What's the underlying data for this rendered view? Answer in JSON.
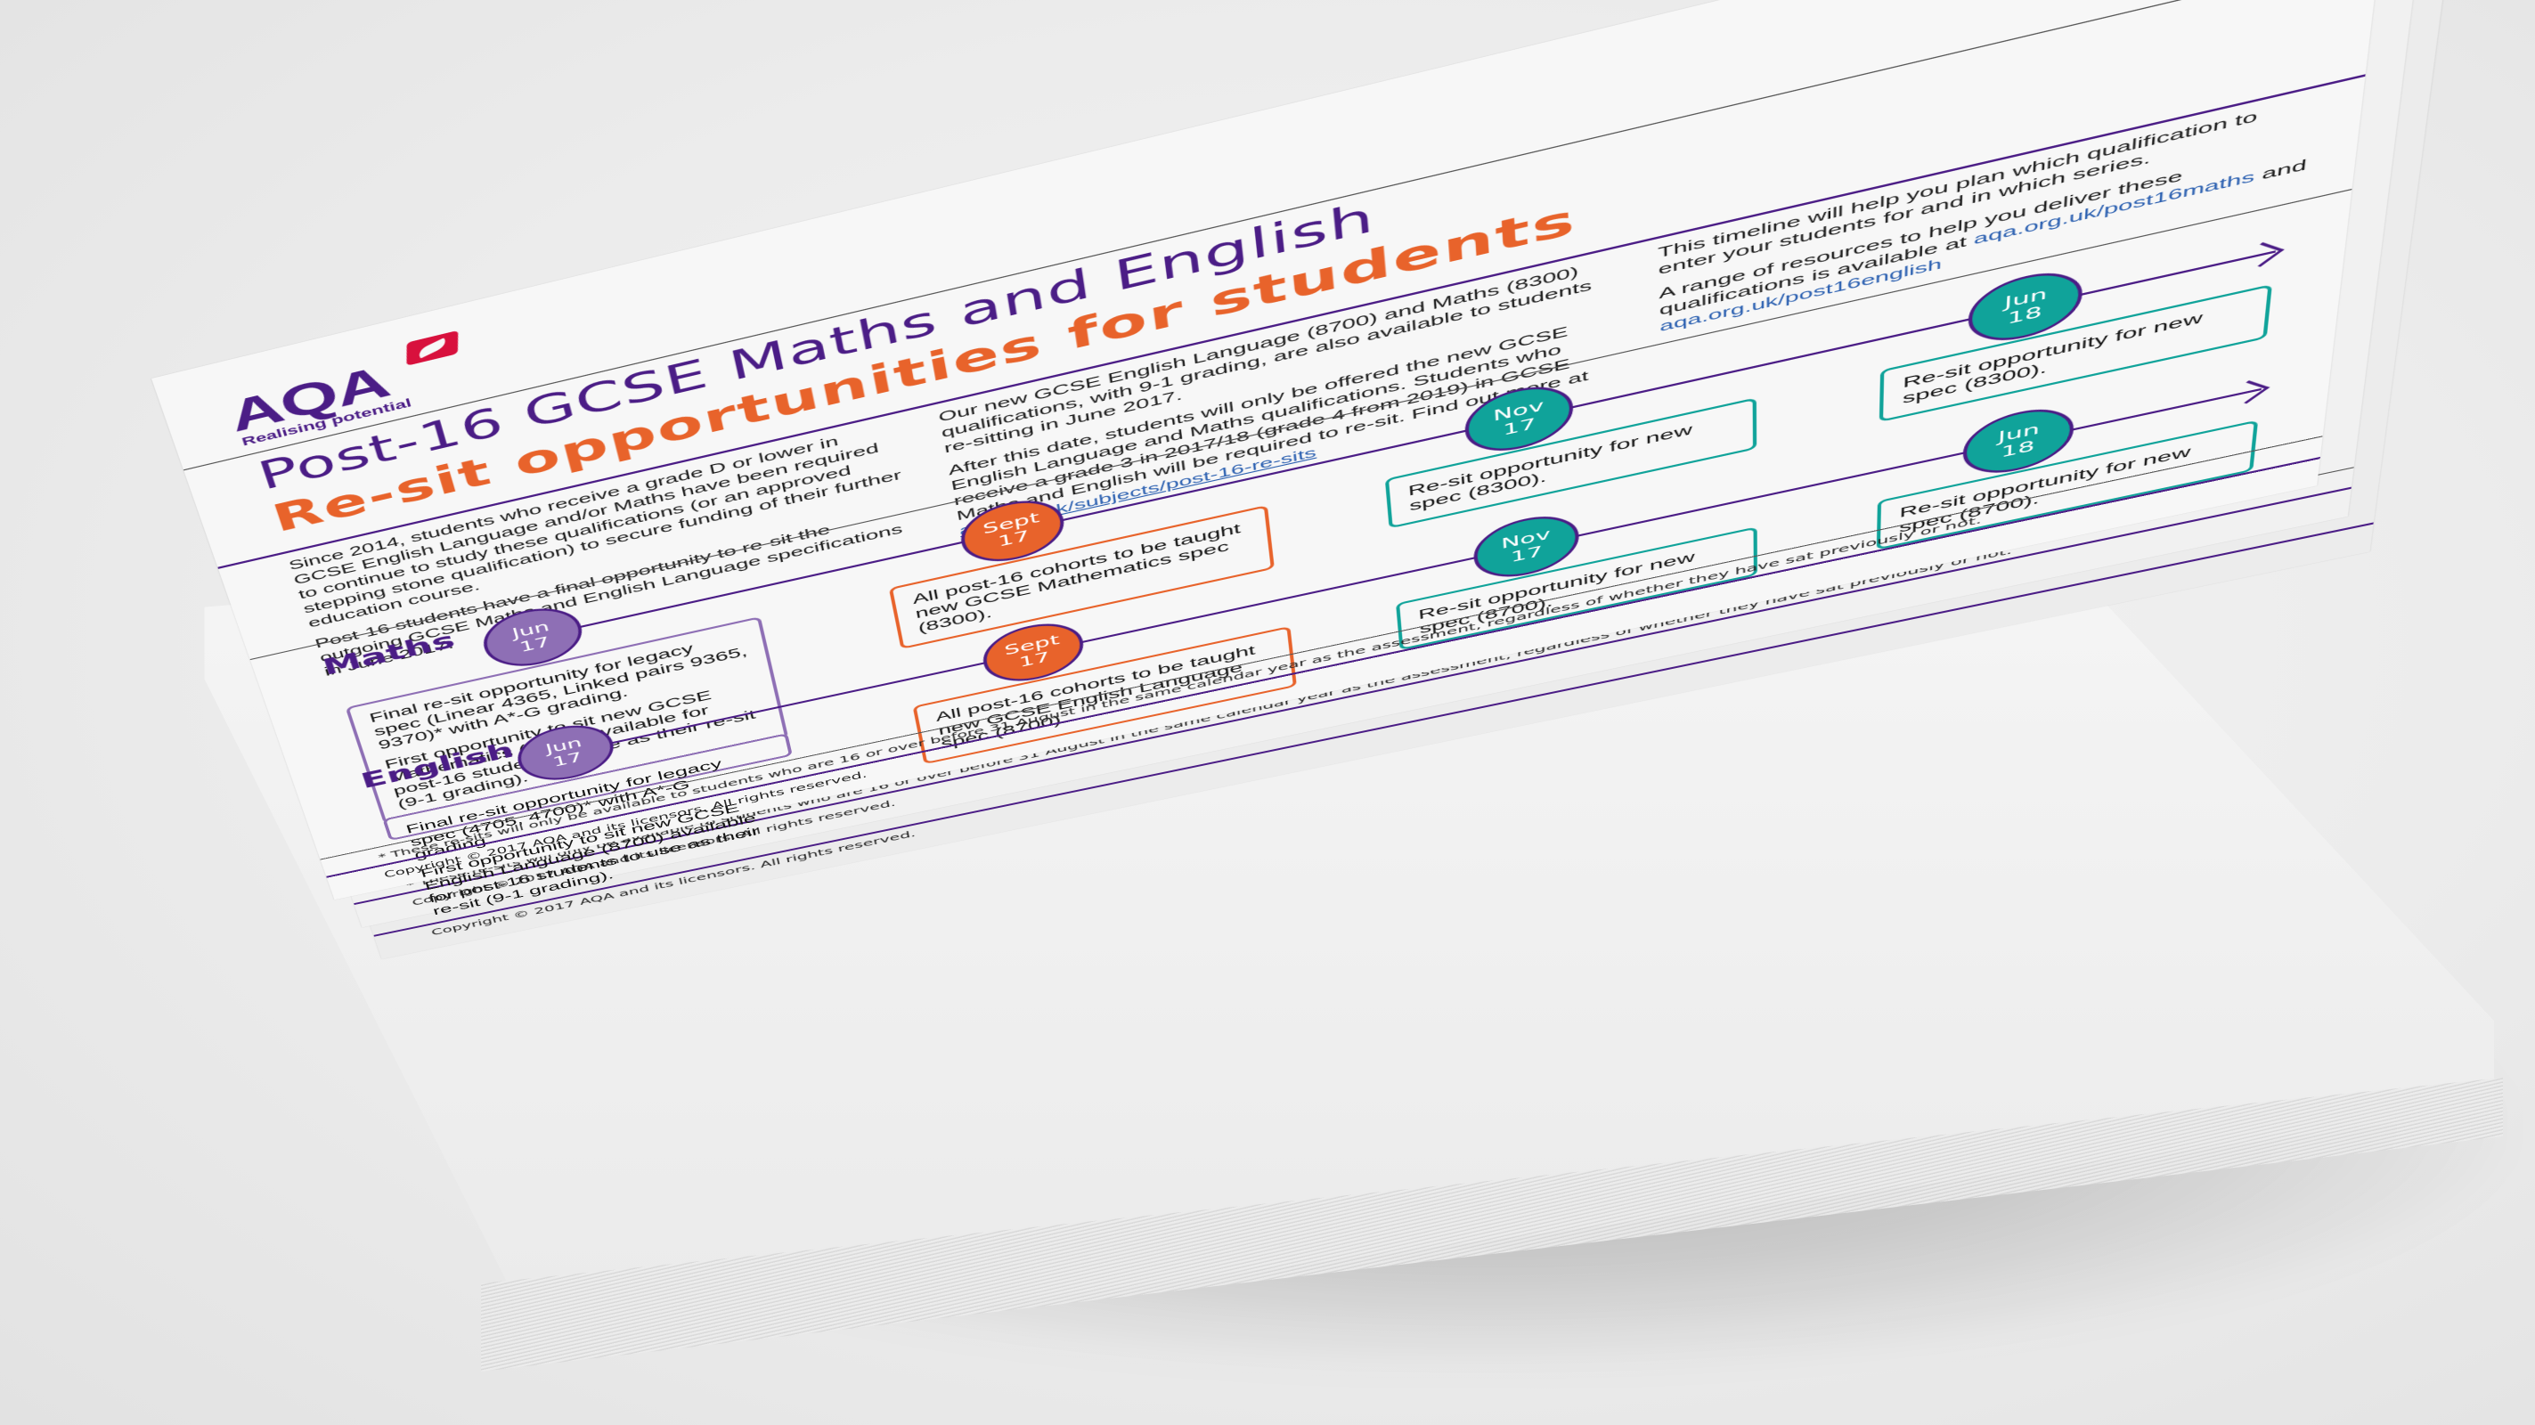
{
  "scene": {
    "description": "Stack of printed A4 landscape flyers photographed at an angle",
    "background_color": "#ececec"
  },
  "colors": {
    "brand_purple": "#4b1d86",
    "brand_red": "#d8113d",
    "accent_orange": "#e8632b",
    "accent_teal": "#10a39a",
    "node_purple": "#8e6fb5",
    "link_blue": "#2a5fb0"
  },
  "logo": {
    "wordmark": "AQA",
    "tagline": "Realising potential"
  },
  "header": {
    "title": "Post-16 GCSE Maths and English",
    "subtitle": "Re-sit opportunities for students"
  },
  "intro": {
    "col1": [
      "Since 2014, students who receive a grade D or lower in GCSE English Language and/or Maths have been required to continue to study these qualifications (or an approved stepping stone qualification) to secure funding of their further education course.",
      "Post-16 students have a final opportunity to re-sit the outgoing GCSE Maths and English Language specifications in June 2017."
    ],
    "col2": {
      "p1": "Our new GCSE English Language (8700) and Maths (8300) qualifications, with 9-1 grading, are also available to students re-sitting in June 2017.",
      "p2_text": "After this date, students will only be offered the new GCSE English Language and Maths qualifications. Students who receive a grade 3 in 2017/18 (grade 4 from 2019) in GCSE Maths and English will be required to re-sit. Find out more at ",
      "p2_link": "aqa.org.uk/subjects/post-16-re-sits"
    },
    "col3": {
      "p1": "This timeline will help you plan which qualification to enter your students for and in which series.",
      "p2_text": "A range of resources to help you deliver these qualifications is available at ",
      "p2_link1": "aqa.org.uk/post16maths",
      "p2_and": " and ",
      "p2_link2": "aqa.org.uk/post16english"
    }
  },
  "timelines": [
    {
      "label": "Maths",
      "events": [
        {
          "month": "Jun",
          "year": "17",
          "color": "purple",
          "paragraphs": [
            "Final re-sit opportunity for legacy spec (Linear 4365, Linked pairs 9365, 9370)* with A*-G grading.",
            "First opportunity to sit new GCSE Mathematics (8300) available for post-16 students to use as their re-sit (9-1 grading)."
          ]
        },
        {
          "month": "Sept",
          "year": "17",
          "color": "orange",
          "paragraphs": [
            "All post-16 cohorts to be taught new GCSE Mathematics spec (8300)."
          ]
        },
        {
          "month": "Nov",
          "year": "17",
          "color": "teal",
          "paragraphs": [
            "Re-sit opportunity for new spec (8300)."
          ]
        },
        {
          "month": "Jun",
          "year": "18",
          "color": "teal",
          "paragraphs": [
            "Re-sit opportunity for new spec (8300)."
          ]
        }
      ]
    },
    {
      "label": "English",
      "events": [
        {
          "month": "Jun",
          "year": "17",
          "color": "purple",
          "paragraphs": [
            "Final re-sit opportunity for legacy spec (4705, 4700)* with A*-G grading.",
            "First opportunity to sit new GCSE English Language (8700) available for post-16 students to use as their re-sit (9-1 grading)."
          ]
        },
        {
          "month": "Sept",
          "year": "17",
          "color": "orange",
          "paragraphs": [
            "All post-16 cohorts to be taught new GCSE English Language spec (8700)."
          ]
        },
        {
          "month": "Nov",
          "year": "17",
          "color": "teal",
          "paragraphs": [
            "Re-sit opportunity for new spec (8700)."
          ]
        },
        {
          "month": "Jun",
          "year": "18",
          "color": "teal",
          "paragraphs": [
            "Re-sit opportunity for new spec (8700)."
          ]
        }
      ]
    }
  ],
  "footer": {
    "footnote": "* These re-sits will only be available to students who are 16 or over before 31 August in the same calendar year as the assessment, regardless of whether they have sat previously or not.",
    "copyright": "Copyright © 2017 AQA and its licensors. All rights reserved."
  }
}
